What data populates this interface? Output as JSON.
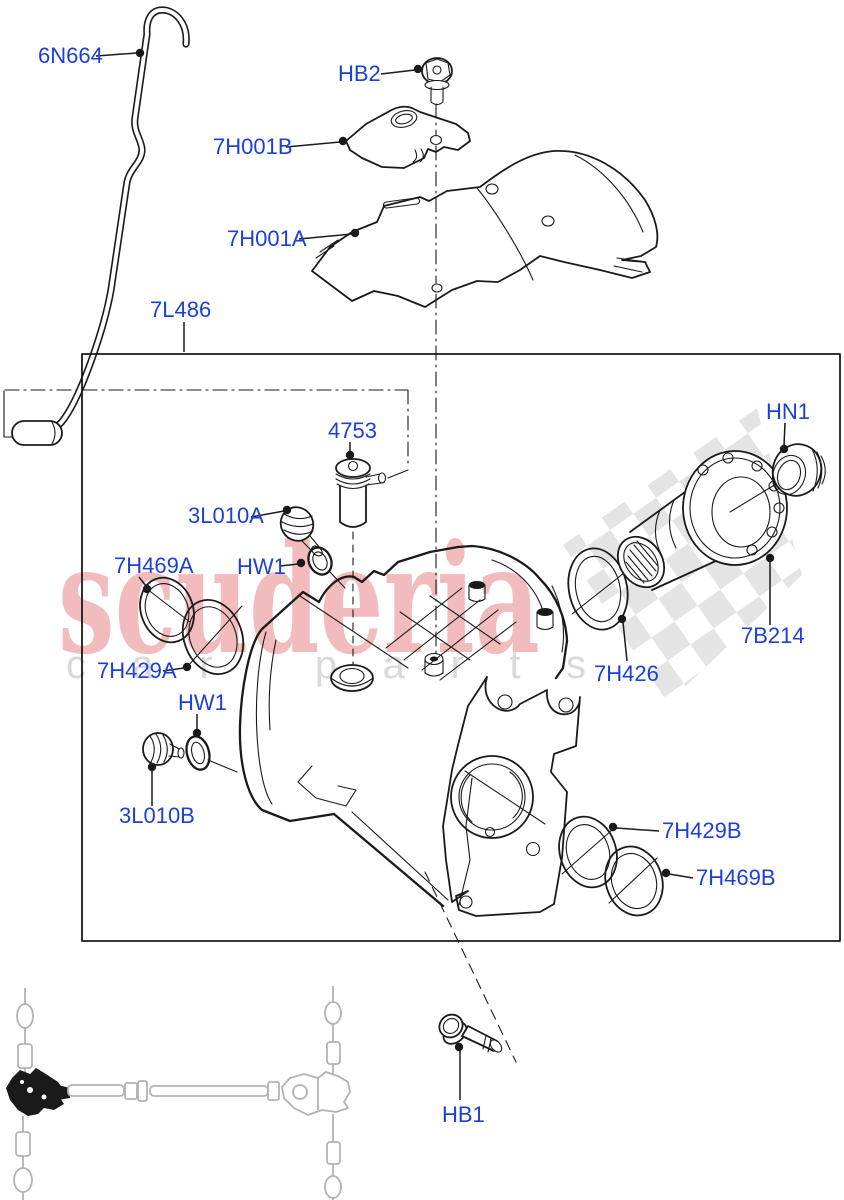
{
  "diagram_type": "exploded-parts-diagram",
  "watermark": {
    "brand": "scuderia",
    "tagline": "car parts"
  },
  "labels": [
    {
      "text": "6N664"
    },
    {
      "text": "HB2"
    },
    {
      "text": "7H001B"
    },
    {
      "text": "7H001A"
    },
    {
      "text": "7L486"
    },
    {
      "text": "4753"
    },
    {
      "text": "HN1"
    },
    {
      "text": "3L010A"
    },
    {
      "text": "HW1"
    },
    {
      "text": "7H469A"
    },
    {
      "text": "7H429A"
    },
    {
      "text": "HW1"
    },
    {
      "text": "3L010B"
    },
    {
      "text": "7H426"
    },
    {
      "text": "7B214"
    },
    {
      "text": "7H429B"
    },
    {
      "text": "7H469B"
    },
    {
      "text": "HB1"
    }
  ],
  "icons": {
    "checker_flag": "checkered-flag-watermark",
    "thumbnail": "driveline-overview-thumbnail"
  },
  "colors": {
    "line": "#1a1a1a",
    "label-blue": "#1c3fd9",
    "watermark-red": "#f2bbbd",
    "watermark-gray": "#d9d9d9",
    "checker-gray": "#e4e4e4",
    "thumbnail-gray": "#b2b2b2",
    "background": "#ffffff"
  }
}
